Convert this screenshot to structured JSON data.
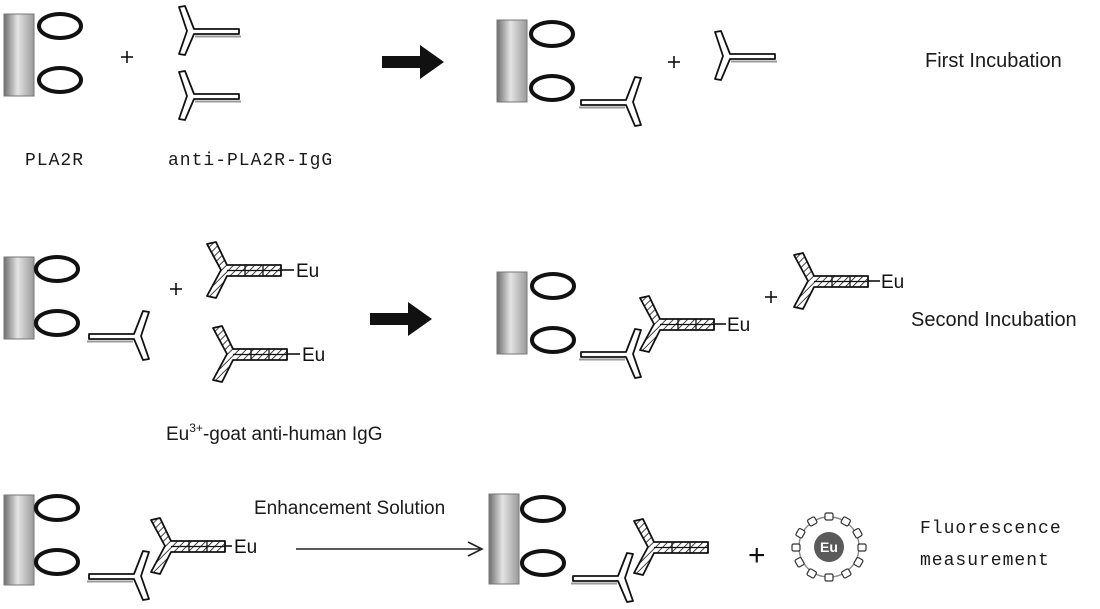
{
  "labels": {
    "antigen": "PLA2R",
    "primary_antibody": "anti-PLA2R-IgG",
    "secondary_antibody_prefix": "Eu",
    "secondary_antibody_sup": "3+",
    "secondary_antibody_suffix": "-goat anti-human IgG",
    "enhancement": "Enhancement Solution",
    "fluor_line1": "Fluorescence",
    "fluor_line2": "measurement",
    "europium": "Eu",
    "plus": "+"
  },
  "steps": {
    "first": "First Incubation",
    "second": "Second Incubation"
  },
  "colors": {
    "ink": "#111111",
    "plate_dark": "#6e6e6e",
    "plate_light": "#d6d6d6",
    "chelate_ring": "#8a8a8a"
  }
}
